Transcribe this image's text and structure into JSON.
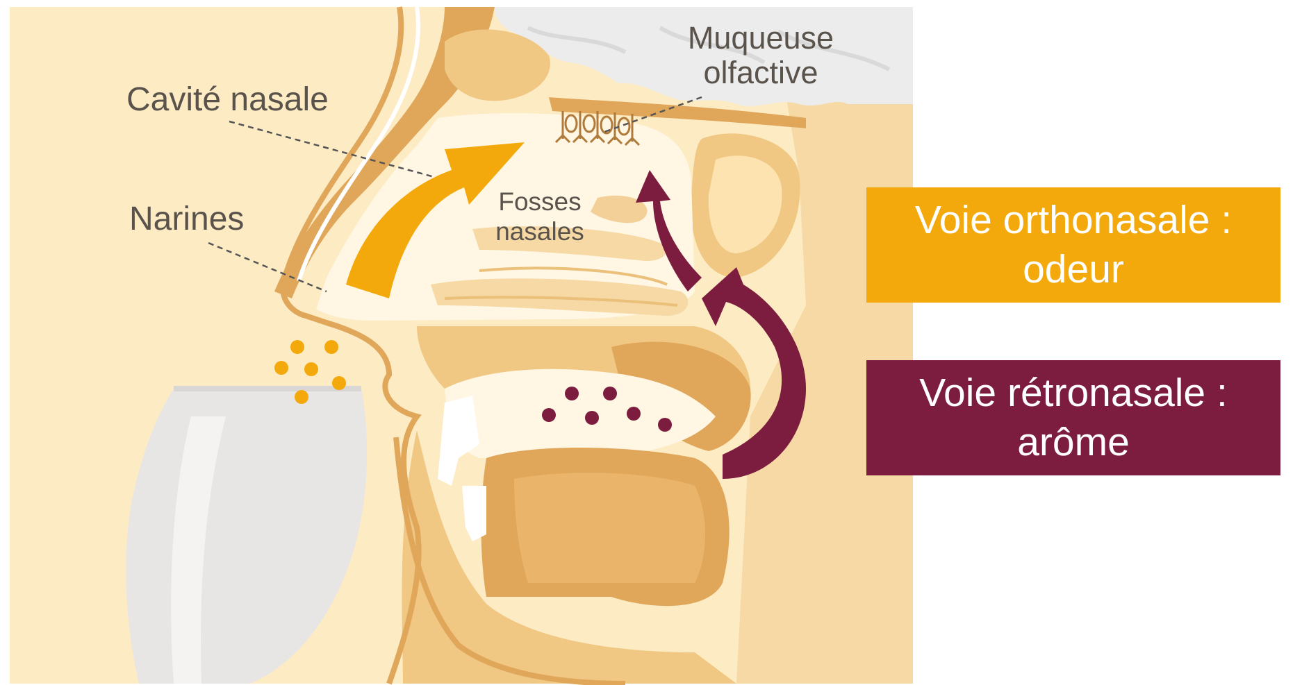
{
  "labels": {
    "cavite_nasale": "Cavité nasale",
    "narines": "Narines",
    "muqueuse_line1": "Muqueuse",
    "muqueuse_line2": "olfactive",
    "fosses_line1": "Fosses",
    "fosses_line2": "nasales"
  },
  "routes": {
    "orthonasale": {
      "line1": "Voie orthonasale :",
      "line2": "odeur",
      "color": "#f3a90b"
    },
    "retronasale": {
      "line1": "Voie rétronasale :",
      "line2": "arôme",
      "color": "#7c1d3f"
    }
  },
  "colors": {
    "skin_background": "#fdebc4",
    "tissue": "#f0c783",
    "tissue_dark": "#e0a75a",
    "cavity": "#fff6e3",
    "olfactive_cloud": "#ececec",
    "wine_glass": "#e7e6e4"
  }
}
